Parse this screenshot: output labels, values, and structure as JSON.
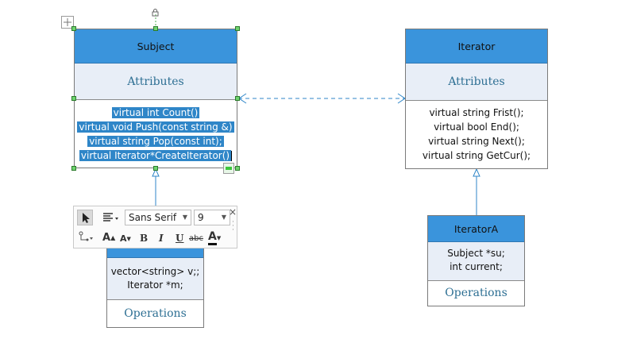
{
  "subject": {
    "title": "Subject",
    "attributes": "Attributes",
    "methods": [
      "virtual int Count()",
      "virtual void Push(const string &)",
      "virtual string Pop(const int);",
      "virtual Iterator*CreateIterator()"
    ]
  },
  "iterator": {
    "title": "Iterator",
    "attributes": "Attributes",
    "methods": [
      "virtual string Frist();",
      "virtual bool End();",
      "virtual string Next();",
      "virtual string GetCur();"
    ]
  },
  "iteratorA": {
    "title": "IteratorA",
    "attributes": [
      "Subject *su;",
      "int current;"
    ],
    "operations": "Operations"
  },
  "lower_class": {
    "attributes": [
      "vector<string> v;;",
      "Iterator *m;"
    ],
    "operations": "Operations"
  },
  "toolbar": {
    "font_family": "Sans Serif",
    "font_size": "9",
    "bold": "B",
    "italic": "I",
    "underline": "U",
    "strike": "abc",
    "font_color": "A",
    "grow_font": "A",
    "shrink_font": "A",
    "close": "×"
  },
  "colors": {
    "header": "#3a94dc",
    "attr_bg": "#e8eef7",
    "selection": "#2f86c8",
    "handle": "#6fd36f"
  }
}
